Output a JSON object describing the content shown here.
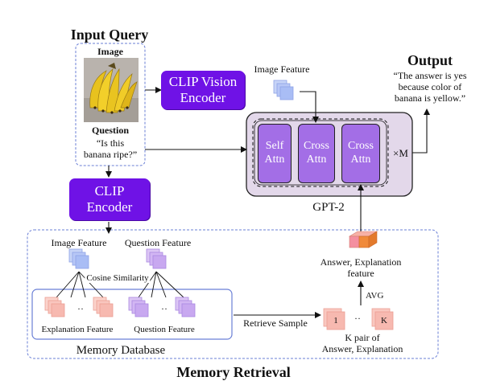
{
  "input_query": {
    "title": "Input Query",
    "image_label": "Image",
    "question_label": "Question",
    "question_text_line1": "“Is this",
    "question_text_line2": "banana ripe?”"
  },
  "clip_vision_encoder": {
    "line1": "CLIP Vision",
    "line2": "Encoder"
  },
  "clip_encoder": {
    "line1": "CLIP",
    "line2": "Encoder"
  },
  "image_feature_top": "Image Feature",
  "output": {
    "title": "Output",
    "line1": "“The answer is yes",
    "line2": "because color of",
    "line3": "banana is yellow.”"
  },
  "gpt2": {
    "label": "GPT-2",
    "repeat": "×M",
    "blocks": [
      {
        "line1": "Self",
        "line2": "Attn"
      },
      {
        "line1": "Cross",
        "line2": "Attn"
      },
      {
        "line1": "Cross",
        "line2": "Attn"
      }
    ]
  },
  "memory": {
    "image_feature": "Image Feature",
    "question_feature": "Question Feature",
    "cosine_similarity": "Cosine Similarity",
    "explanation_feature": "Explanation Feature",
    "question_feature_bottom": "Question Feature",
    "database_label": "Memory Database",
    "retrieve_sample": "Retrieve Sample",
    "answer_explanation_feature_line1": "Answer, Explanation",
    "answer_explanation_feature_line2": "feature",
    "avg": "AVG",
    "k_pair_line1": "K pair of",
    "k_pair_line2": "Answer, Explanation",
    "card_first": "1",
    "card_last": "K",
    "dots": "··"
  },
  "memory_retrieval_title": "Memory Retrieval",
  "colors": {
    "purple_block": "#6f12e6",
    "attn_block": "#a36ee6",
    "gpt_bg": "#e3d8ea",
    "blue_feature": "#a9bdf5",
    "lilac_feature": "#c8a8f0",
    "pink_feature": "#f7b9b0",
    "orange_cube": "#f08a3a",
    "dash_blue": "#6a7fd6"
  }
}
